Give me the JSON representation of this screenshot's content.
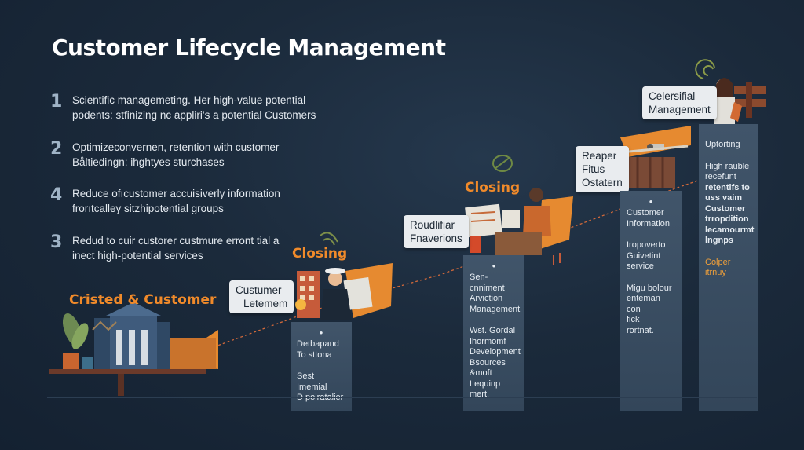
{
  "title": "Customer Lifecycle Management",
  "points": [
    {
      "num": "1",
      "lines": [
        "Scientific managemeting. Her high-value potential",
        "podents: stfinizing nc appliri’s a potential Customers"
      ]
    },
    {
      "num": "2",
      "lines": [
        "Optimizeconvernen, retention with customer",
        "Båltiedingn: ihghtyes sturchases"
      ]
    },
    {
      "num": "4",
      "lines": [
        "Reduce ofıcustomer accuisiverly information",
        "frorıtcalley sitzhipotential groups"
      ]
    },
    {
      "num": "3",
      "lines": [
        "Redud to cuir custorer custmure erront tial a",
        "inect high-potential services"
      ]
    }
  ],
  "stage_labels": {
    "s1": "Cristed & Customer",
    "s2": "Closing",
    "s3": "Closing"
  },
  "callouts": {
    "c1": [
      "Custumer",
      "Letemem"
    ],
    "c2": [
      "Roudlifiar",
      "Fnaverions"
    ],
    "c3": [
      "Reaper",
      "Fitus",
      "Ostatern"
    ],
    "c4": [
      "Celersifial",
      "Management"
    ]
  },
  "pillars": {
    "p1": [
      "Detbapand",
      "To sttona",
      "Sest Imemial",
      "D poiratalier"
    ],
    "p2": [
      "Sen-cnniment",
      "Arviction",
      "Management",
      "Wst. Gordal",
      "Ihormomf",
      "Development",
      "Bsources",
      "&moft",
      "Lequinp mert."
    ],
    "p3": [
      "Customer",
      "Information",
      "Iropoverto",
      "Guivetint",
      "service",
      "Migu bolour",
      "enteman con",
      "fick",
      "rortnat."
    ],
    "p4": [
      "Uptorting",
      "High rauble",
      "recefunt",
      "retentifs to",
      "uss vaim",
      "Customer",
      "trropdition",
      "lecamourmt",
      "lngnps",
      "Colper itrnuy"
    ]
  },
  "colors": {
    "accent": "#f08a2a",
    "background": "#1b2a3b",
    "pillar": "#3a4d62",
    "callout": "#e9ecef"
  }
}
